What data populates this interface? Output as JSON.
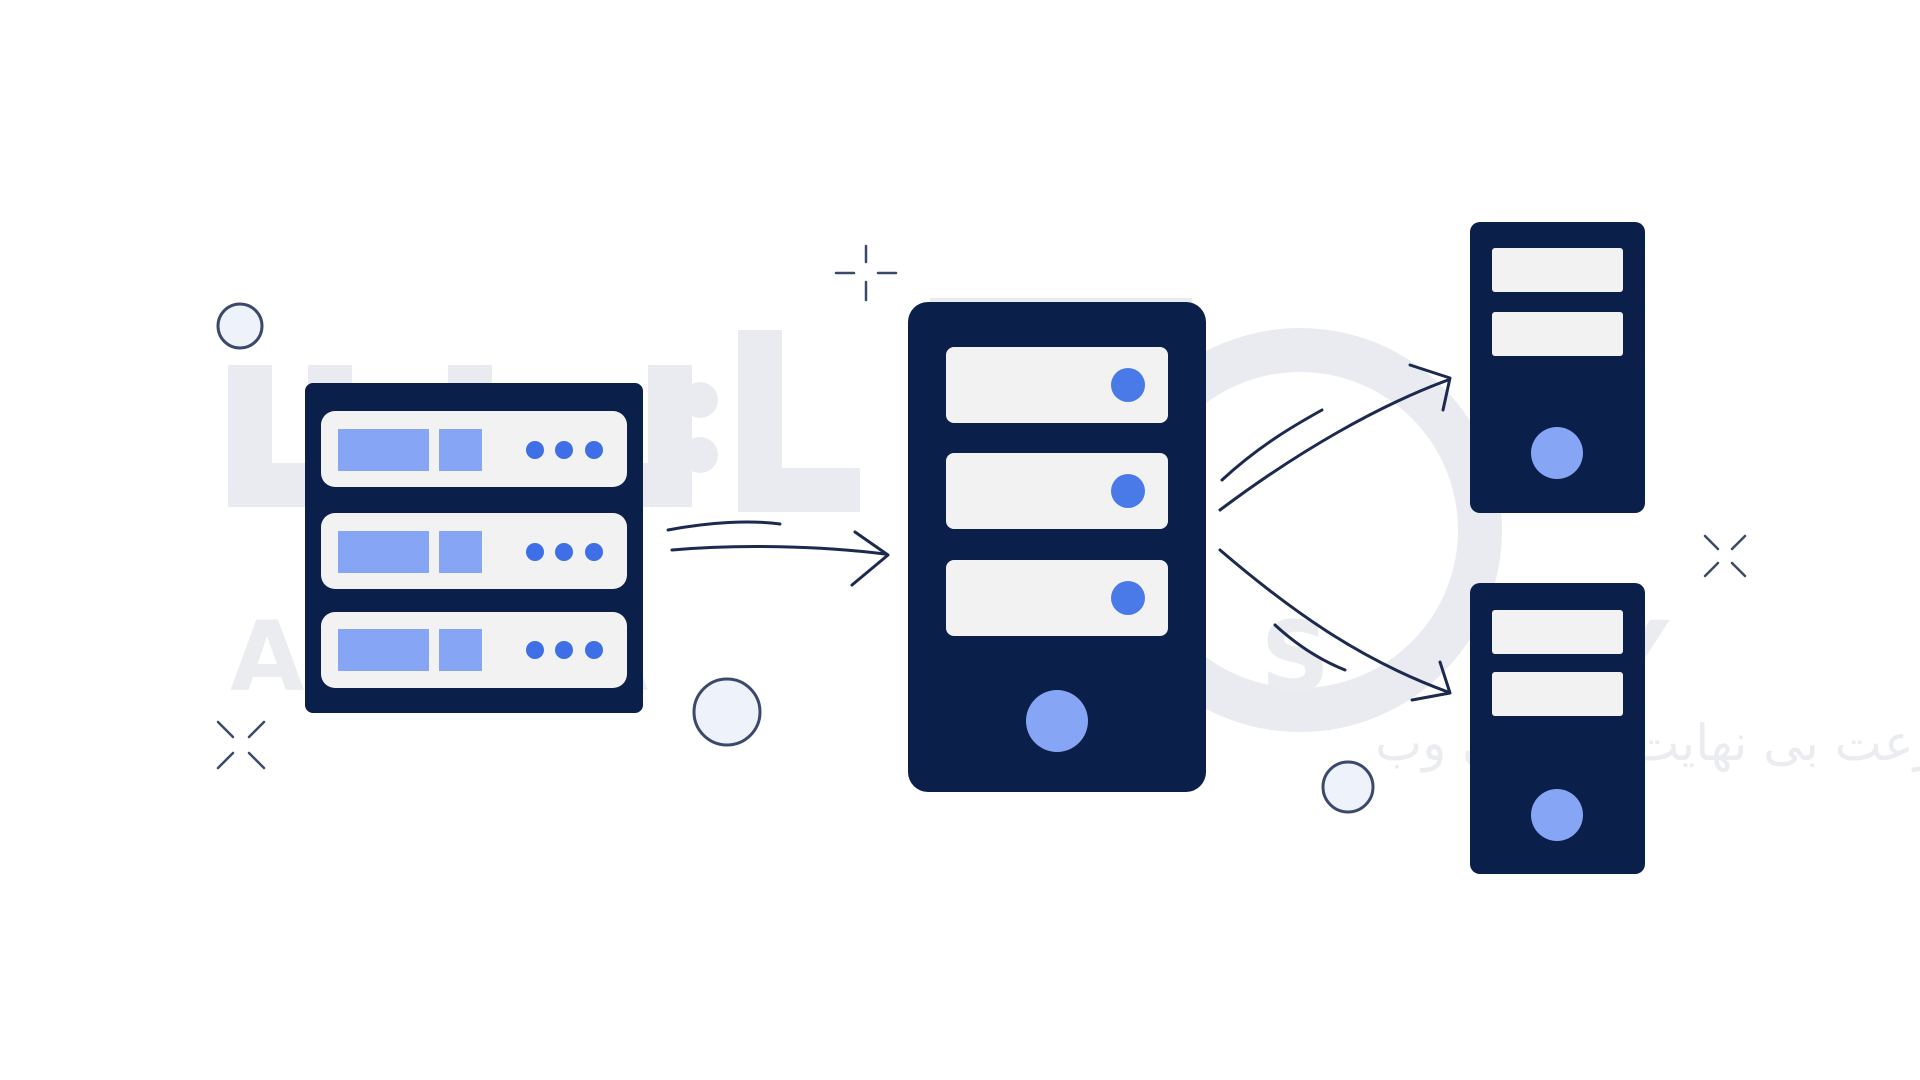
{
  "watermark": {
    "latin": "A A R S Y S",
    "persian": "سرعت بی نهایت میزبانی وب",
    "logo_name": "aarsys-logo"
  },
  "colors": {
    "navy": "#0b1f4b",
    "slot": "#f2f2f2",
    "light_blue": "#86a6f5",
    "blue": "#4a7ae8",
    "arrow": "#1d2a4f",
    "deco_fill": "#eef2fb",
    "deco_stroke": "#3b4a6b",
    "watermark": "#e4e6ec"
  },
  "diagram": {
    "source_rack_slots": 3,
    "central_server_slots": 3,
    "target_towers": 2
  }
}
